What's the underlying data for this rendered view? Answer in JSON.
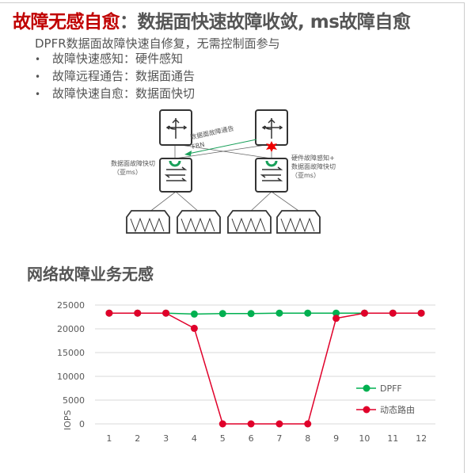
{
  "header": {
    "title_highlight": "故障无感自愈",
    "title_rest": "：数据面快速故障收敛, ms故障自愈"
  },
  "intro": "DPFR数据面故障快速自修复，无需控制面参与",
  "bullets": [
    "故障快速感知：硬件感知",
    "故障远程通告：数据面通告",
    "故障快速自愈：数据面快切"
  ],
  "diagram": {
    "notify_label": "数据面故障通告",
    "frn_label": "FRN",
    "left_label_1": "数据面故障快切",
    "left_label_2": "（亚ms）",
    "right_label_1": "硬件故障感知+",
    "right_label_2": "数据面故障快切",
    "right_label_3": "（亚ms）"
  },
  "chart_data": {
    "type": "line",
    "title": "网络故障业务无感",
    "xlabel": "",
    "ylabel": "IOPS",
    "categories": [
      "1",
      "2",
      "3",
      "4",
      "5",
      "6",
      "7",
      "8",
      "9",
      "10",
      "11",
      "12"
    ],
    "ylim": [
      0,
      25000
    ],
    "yticks": [
      0,
      5000,
      10000,
      15000,
      20000,
      25000
    ],
    "grid": true,
    "legend": "right",
    "series": [
      {
        "name": "DPFF",
        "color": "#00b050",
        "values": [
          23300,
          23300,
          23300,
          23100,
          23200,
          23200,
          23300,
          23300,
          23300,
          23300,
          23300,
          23300
        ]
      },
      {
        "name": "动态路由",
        "color": "#e0002a",
        "values": [
          23300,
          23300,
          23300,
          20100,
          0,
          0,
          0,
          0,
          22200,
          23300,
          23300,
          23300
        ]
      }
    ]
  }
}
